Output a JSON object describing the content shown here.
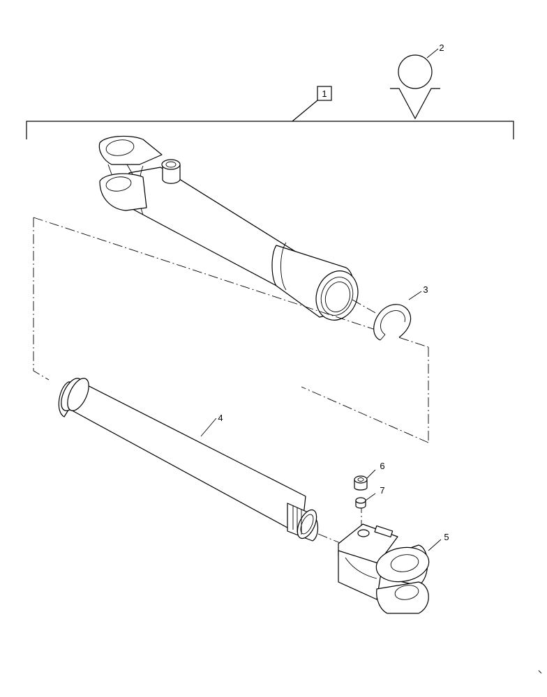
{
  "callouts": {
    "c1": "1",
    "c2": "2",
    "c3": "3",
    "c4": "4",
    "c5": "5",
    "c6": "6",
    "c7": "7"
  },
  "parts": [
    {
      "callout": "1",
      "icon": "hydraulic-cylinder-assembly"
    },
    {
      "callout": "2",
      "icon": "symbol-circle"
    },
    {
      "callout": "3",
      "icon": "retaining-ring"
    },
    {
      "callout": "4",
      "icon": "piston-rod"
    },
    {
      "callout": "5",
      "icon": "rod-end-clevis"
    },
    {
      "callout": "6",
      "icon": "set-screw"
    },
    {
      "callout": "7",
      "icon": "ball-insert"
    }
  ],
  "colors": {
    "line": "#000000",
    "background": "#ffffff"
  }
}
